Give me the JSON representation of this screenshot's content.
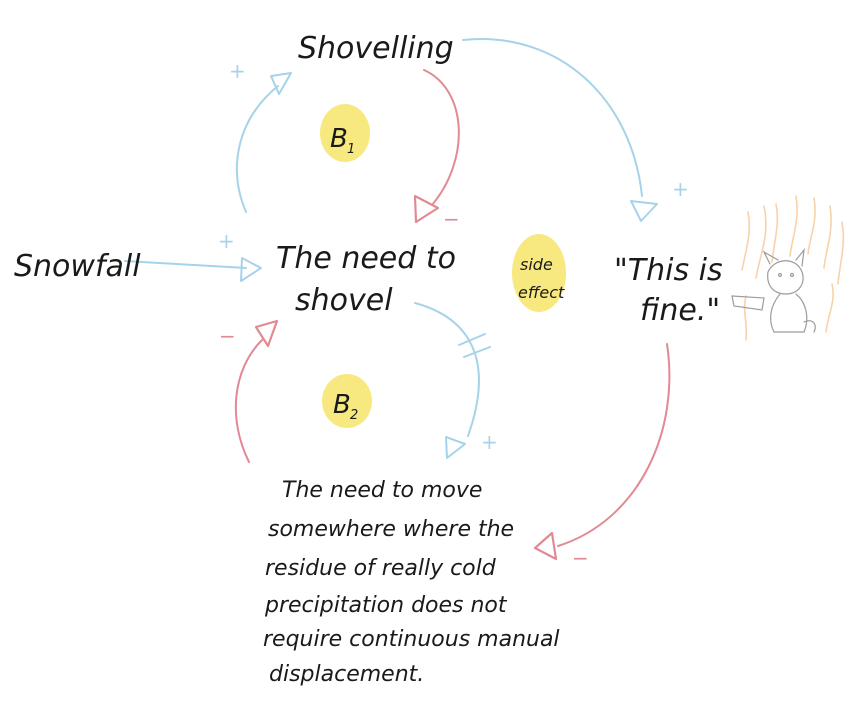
{
  "diagram": {
    "nodes": {
      "shovelling": "Shovelling",
      "snowfall": "Snowfall",
      "need_to_shovel": [
        "The need to",
        "shovel"
      ],
      "this_is_fine": [
        "\"This is",
        "fine.\""
      ],
      "need_to_move": [
        "The need to move",
        "somewhere where the",
        "residue of really cold",
        "precipitation does not",
        "require continuous manual",
        "displacement."
      ]
    },
    "loops": {
      "b1": "B",
      "b1_sub": "1",
      "b2": "B",
      "b2_sub": "2",
      "side_effect": [
        "side",
        "effect"
      ]
    },
    "signs": {
      "shovel_to_shovelling": "+",
      "shovelling_to_need": "−",
      "snowfall_to_need": "+",
      "shovelling_to_fine": "+",
      "need_to_move_delay": "+",
      "fine_to_move": "−",
      "move_to_need": "−"
    },
    "colors": {
      "positive_link": "#a7d3ea",
      "negative_link": "#e28a93",
      "loop_highlight": "#f6e56a",
      "ink": "#1a1a1a"
    },
    "icons": [
      "dog-in-fire-icon"
    ]
  }
}
